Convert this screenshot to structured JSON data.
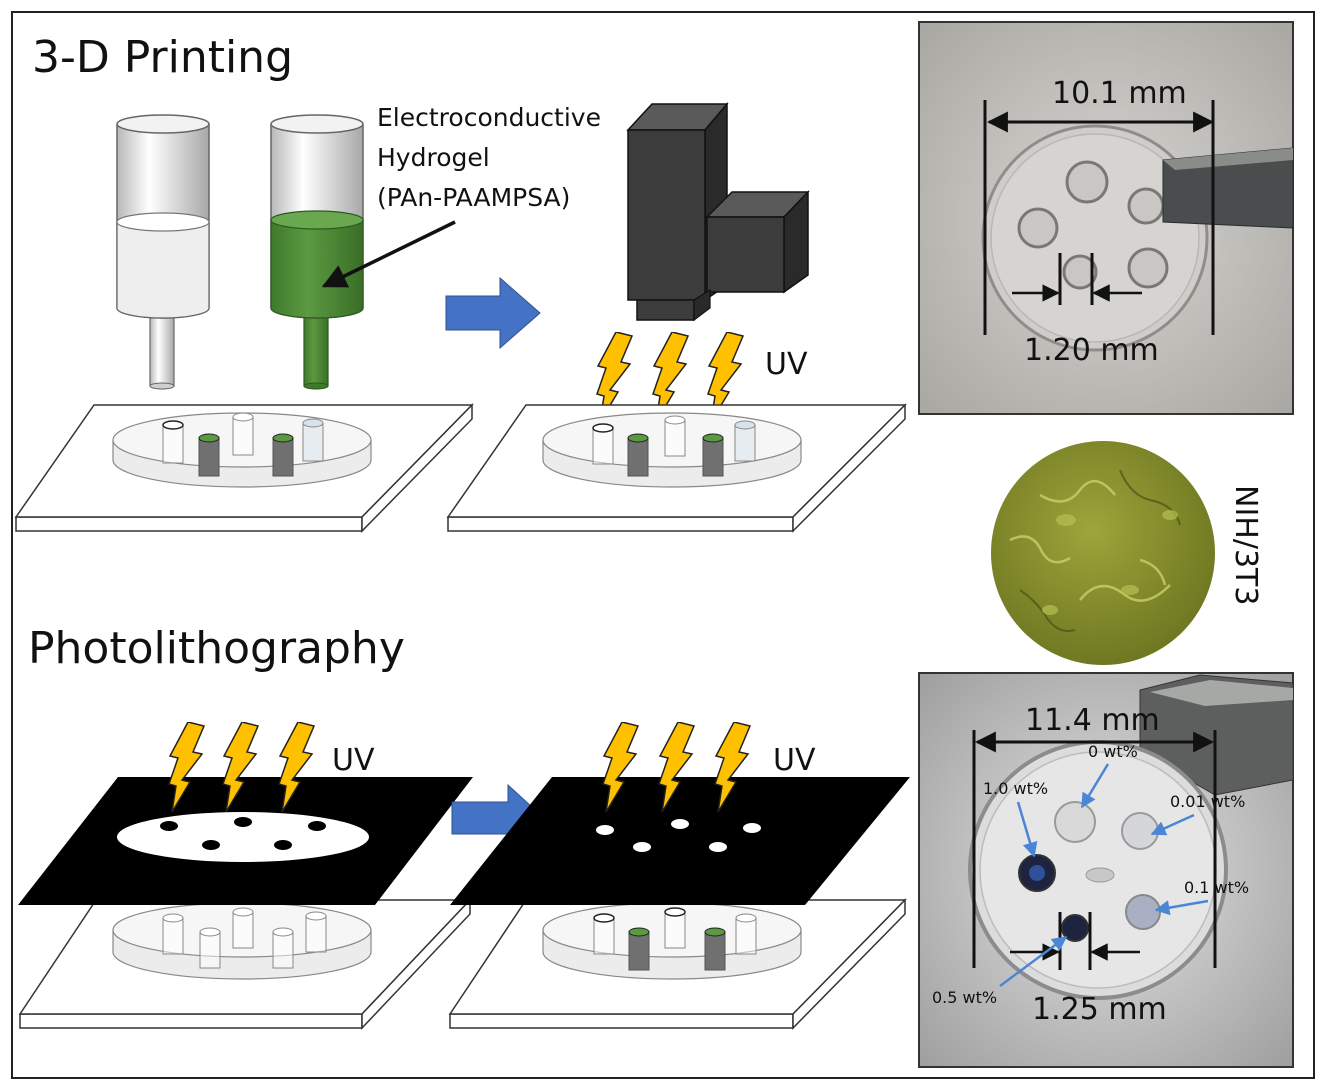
{
  "panels": {
    "top_title": "3-D Printing",
    "bottom_title": "Photolithography"
  },
  "labels": {
    "hydrogel_line1": "Electroconductive",
    "hydrogel_line2": "Hydrogel",
    "hydrogel_line3": "(PAn-PAAMPSA)",
    "uv_top": "UV",
    "uv_bottom_left": "UV",
    "uv_bottom_right": "UV",
    "cell_line": "NIH/3T3"
  },
  "photo_top": {
    "diameter": "10.1 mm",
    "well": "1.20 mm"
  },
  "photo_bottom": {
    "diameter": "11.4 mm",
    "well": "1.25 mm",
    "conc_0": "0 wt%",
    "conc_1": "1.0 wt%",
    "conc_001": "0.01 wt%",
    "conc_01": "0.1 wt%",
    "conc_05": "0.5 wt%"
  },
  "colors": {
    "hydrogel_green": "#4e8a37",
    "arrow_blue": "#4472c4",
    "bolt_yellow": "#ffc000",
    "printer_black": "#3a3a3a",
    "cell_olive": "#8d952c"
  }
}
